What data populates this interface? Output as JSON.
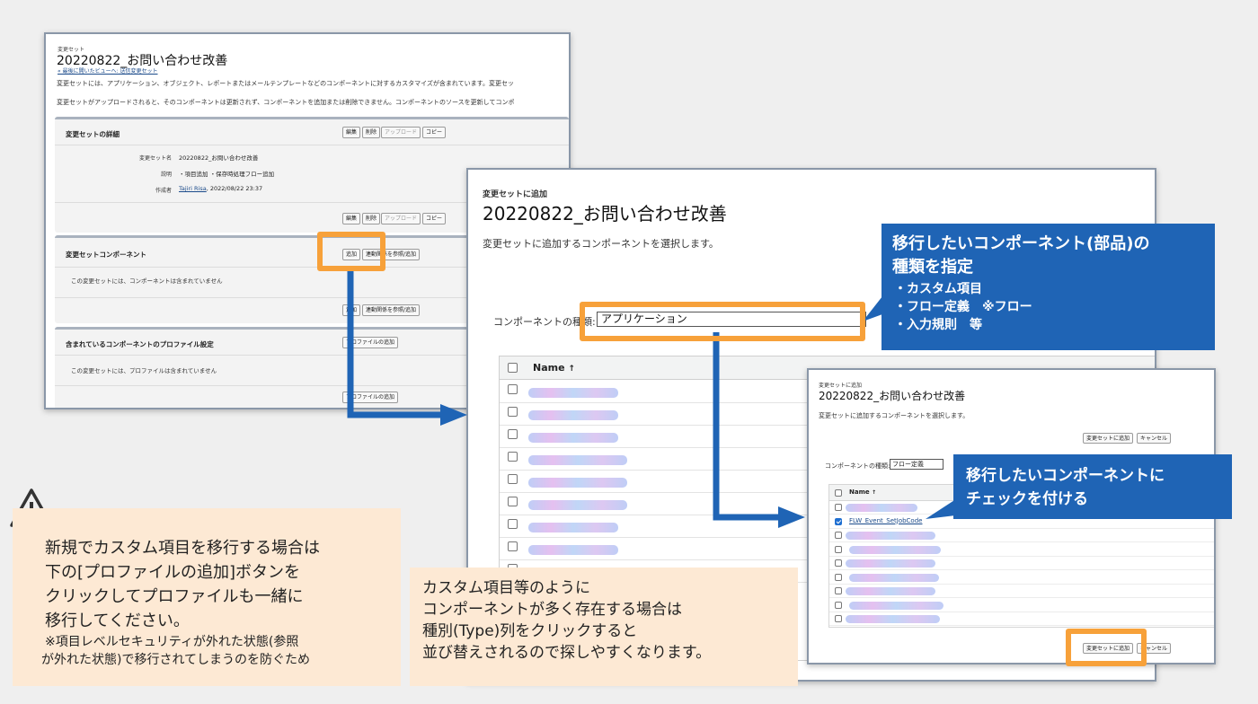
{
  "panel1": {
    "crumb": "変更セット",
    "title": "20220822_お問い合わせ改善",
    "back_link": "« 最後に開いたビューへ: 送信変更セット",
    "desc1": "変更セットには、アプリケーション、オブジェクト、レポートまたはメールテンプレートなどのコンポーネントに対するカスタマイズが含まれています。変更セッ",
    "desc2": "変更セットがアップロードされると、そのコンポーネントは更新されず、コンポーネントを追加または削除できません。コンポーネントのソースを更新してコンポ",
    "details": {
      "heading": "変更セットの詳細",
      "btn_edit": "編集",
      "btn_delete": "削除",
      "btn_upload": "アップロード",
      "btn_copy": "コピー",
      "name_label": "変更セット名",
      "name_value": "20220822_お問い合わせ改善",
      "desc_label": "説明",
      "desc_value": "・項目追加 ・保存時処理フロー追加",
      "author_label": "作成者",
      "author_link": "Tajiri Risa",
      "author_date": ", 2022/08/22 23:37"
    },
    "components": {
      "heading": "変更セットコンポーネント",
      "btn_add": "追加",
      "btn_dependencies": "連動関係を参照/追加",
      "btn_dependencies_bottom": "連動関係を参照/追加",
      "btn_add_bottom": "追加",
      "empty": "この変更セットには、コンポーネントは含まれていません"
    },
    "profiles": {
      "heading": "含まれているコンポーネントのプロファイル設定",
      "btn_add_profile": "プロファイルの追加",
      "empty": "この変更セットには、プロファイルは含まれていません",
      "btn_add_profile_bottom": "プロファイルの追加"
    }
  },
  "panel2": {
    "crumb": "変更セットに追加",
    "title": "20220822_お問い合わせ改善",
    "subtitle": "変更セットに追加するコンポーネントを選択します。",
    "component_type_label": "コンポーネントの種類:",
    "component_type_value": "アプリケーション",
    "column_name": "Name",
    "sort_icon": "↑"
  },
  "panel3": {
    "crumb": "変更セットに追加",
    "title": "20220822_お問い合わせ改善",
    "subtitle": "変更セットに追加するコンポーネントを選択します。",
    "btn_add": "変更セットに追加",
    "btn_cancel": "キャンセル",
    "component_type_label": "コンポーネントの種類:",
    "component_type_value": "フロー定義",
    "column_name": "Name",
    "sort_icon": "↑",
    "checked_item": "FLW_Event_SetJobCode",
    "btn_add_bottom": "変更セットに追加",
    "btn_cancel_bottom": "キャンセル"
  },
  "callout1": {
    "title_line1": "移行したいコンポーネント(部品)の",
    "title_line2": "種類を指定",
    "item1": "・カスタム項目",
    "item2": "・フロー定義　※フロー",
    "item3": "・入力規則　等"
  },
  "callout2": {
    "line1": "移行したいコンポーネントに",
    "line2": "チェックを付ける"
  },
  "note_warning": {
    "line1": "新規でカスタム項目を移行する場合は",
    "line2": "下の[プロファイルの追加]ボタンを",
    "line3": "クリックしてプロファイルも一緒に",
    "line4": "移行してください。",
    "line5": "※項目レベルセキュリティが外れた状態(参照",
    "line6": "が外れた状態)で移行されてしまうのを防ぐため"
  },
  "note_sort": {
    "line1": "カスタム項目等のように",
    "line2": "コンポーネントが多く存在する場合は",
    "line3": "種別(Type)列をクリックすると",
    "line4": "並び替えされるので探しやすくなります。"
  },
  "colors": {
    "highlight": "#f7a13a",
    "callout": "#1f64b5",
    "arrow": "#1f64b5",
    "note_bg": "#fde9d4"
  },
  "icons": [
    "warning-triangle-icon",
    "arrow-icon"
  ]
}
